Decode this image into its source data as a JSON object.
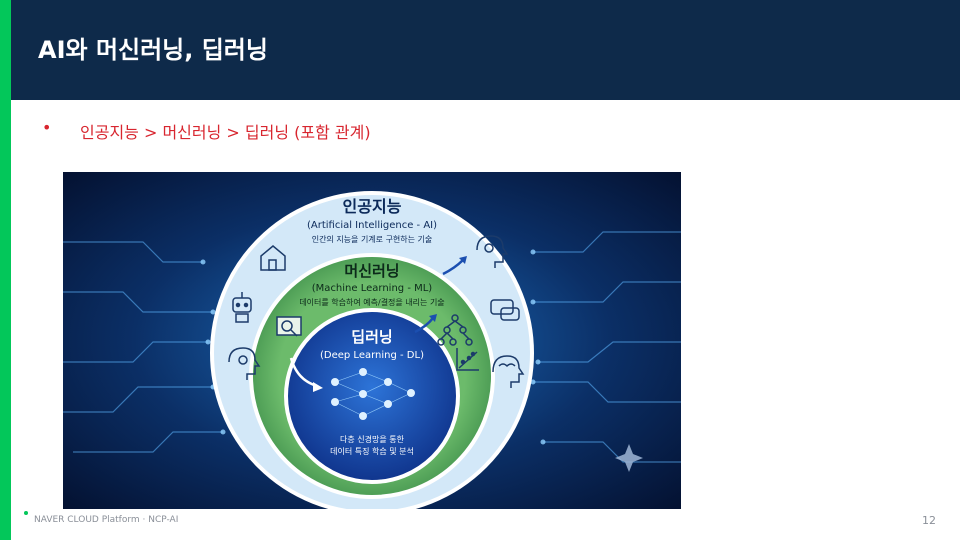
{
  "slide": {
    "title": "AI와 머신러닝, 딥러닝",
    "bullet": "인공지능  >  머신러닝  >  딥러닝 (포함 관계)",
    "bullet_symbol": "•",
    "footer": "NAVER CLOUD Platform · NCP-AI",
    "page_number": "12"
  },
  "diagram": {
    "outer": {
      "title": "인공지능",
      "subtitle": "(Artificial Intelligence - AI)",
      "desc": "인간의 지능을 기계로 구현하는 기술"
    },
    "middle": {
      "title": "머신러닝",
      "subtitle": "(Machine Learning - ML)",
      "desc": "데이터를 학습하여 예측/결정을 내리는 기술"
    },
    "inner": {
      "title": "딥러닝",
      "subtitle": "(Deep Learning - DL)",
      "desc_line1": "다층 신경망을 통한",
      "desc_line2": "데이터 특징 학습 및 분석"
    }
  },
  "colors": {
    "header_bg": "#0e2a4a",
    "accent_green": "#03c75a",
    "bullet_red": "#d8262f",
    "outer_ring": "#cfe6f7",
    "middle_ring": "#5cab5f",
    "inner_core": "#1646a8"
  },
  "icons": [
    "house-icon",
    "robot-icon",
    "brain-head-icon",
    "ai-head-icon",
    "chat-icon",
    "brain-icon",
    "magnifier-chart-icon",
    "network-tree-icon",
    "scatter-chart-icon",
    "neural-net-icon",
    "sparkle-icon"
  ]
}
